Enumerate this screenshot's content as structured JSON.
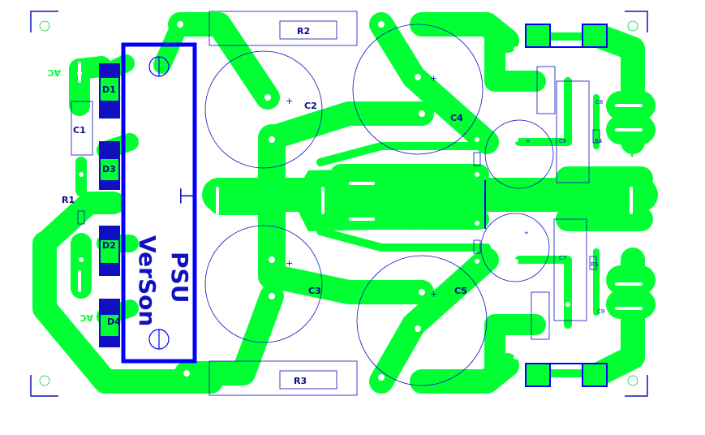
{
  "colors": {
    "copper": "#00ff33",
    "silk": "#0000ff",
    "outline": "#1010c0",
    "pad_hole": "#ffffff",
    "label_dark": "#0a0a8a"
  },
  "board": {
    "title": "PSU",
    "subtitle": "VerSon",
    "polarity_plus": "+",
    "polarity_minus": "−",
    "ground_mark": "⊥"
  },
  "components": {
    "R1": "R1",
    "R2": "R2",
    "R3": "R3",
    "R4": "R4",
    "R5": "R5",
    "C1": "C1",
    "C2": "C2",
    "C3": "C3",
    "C4": "C4",
    "C5": "C5",
    "C6": "C6",
    "C7": "C7",
    "C8": "C8",
    "C9": "C9",
    "D1": "D1",
    "D2": "D2",
    "D3": "D3",
    "D4": "D4"
  },
  "ac_labels": {
    "top": "AC",
    "bottom": "AC"
  },
  "cap_polarity": "+"
}
